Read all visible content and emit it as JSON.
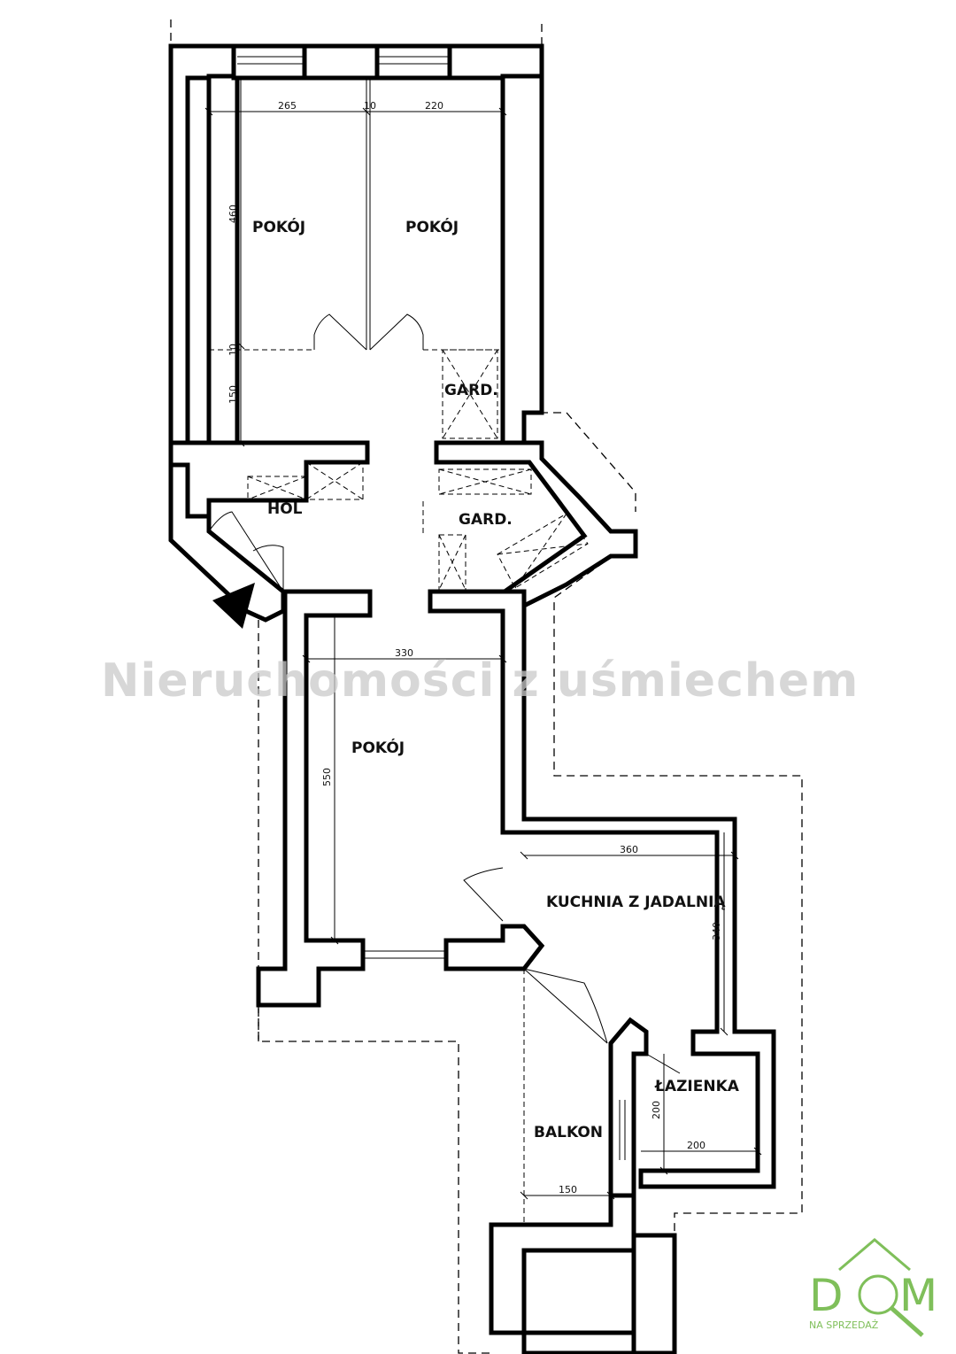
{
  "rooms": {
    "pokoj_1": "POKÓJ",
    "pokoj_2": "POKÓJ",
    "gard_1": "GARD.",
    "hol": "HOL",
    "gard_2": "GARD.",
    "pokoj_3": "POKÓJ",
    "kuchnia": "KUCHNIA Z JADALNIĄ",
    "lazienka": "ŁAZIENKA",
    "balkon": "BALKON"
  },
  "dimensions": {
    "d265": "265",
    "d10a": "10",
    "d220": "220",
    "d460": "460",
    "d10b": "10",
    "d150v": "150",
    "d330": "330",
    "d550": "550",
    "d360": "360",
    "d340": "340",
    "d200v": "200",
    "d200h": "200",
    "d150h": "150"
  },
  "watermark": "Nieruchomości z uśmiechem",
  "logo": {
    "name": "DOM",
    "tagline": "NA SPRZEDAŻ",
    "color": "#7fbf5a"
  }
}
